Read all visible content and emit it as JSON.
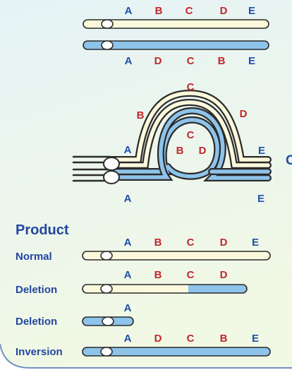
{
  "colors": {
    "gene_blue": "#1f4fa6",
    "gene_red": "#c0282c",
    "normal_chromosome": "#fbf8dc",
    "inverted_chromosome": "#8ec3ea",
    "outline": "#2b2b2b",
    "panel_top": "#e6f3f6",
    "panel_bottom": "#f1f8e4",
    "panel_border": "#6f8fc7",
    "heading": "#2346a0"
  },
  "top_pair": {
    "normal_labels": [
      "A",
      "B",
      "C",
      "D",
      "E"
    ],
    "inverted_labels": [
      "A",
      "D",
      "C",
      "B",
      "E"
    ]
  },
  "loop": {
    "outer_labels": [
      "A",
      "B",
      "C",
      "D",
      "E"
    ],
    "inner_labels": [
      "B",
      "C",
      "D"
    ],
    "lower_labels": [
      "A",
      "E"
    ]
  },
  "edge_fragment": "C",
  "product": {
    "heading": "Product",
    "rows": [
      {
        "name": "Normal",
        "labels": [
          "A",
          "B",
          "C",
          "D",
          "E"
        ]
      },
      {
        "name": "Deletion",
        "labels": [
          "A",
          "B",
          "C",
          "D"
        ]
      },
      {
        "name": "Deletion",
        "labels": [
          "A"
        ]
      },
      {
        "name": "Inversion",
        "labels": [
          "A",
          "D",
          "C",
          "B",
          "E"
        ]
      }
    ]
  }
}
